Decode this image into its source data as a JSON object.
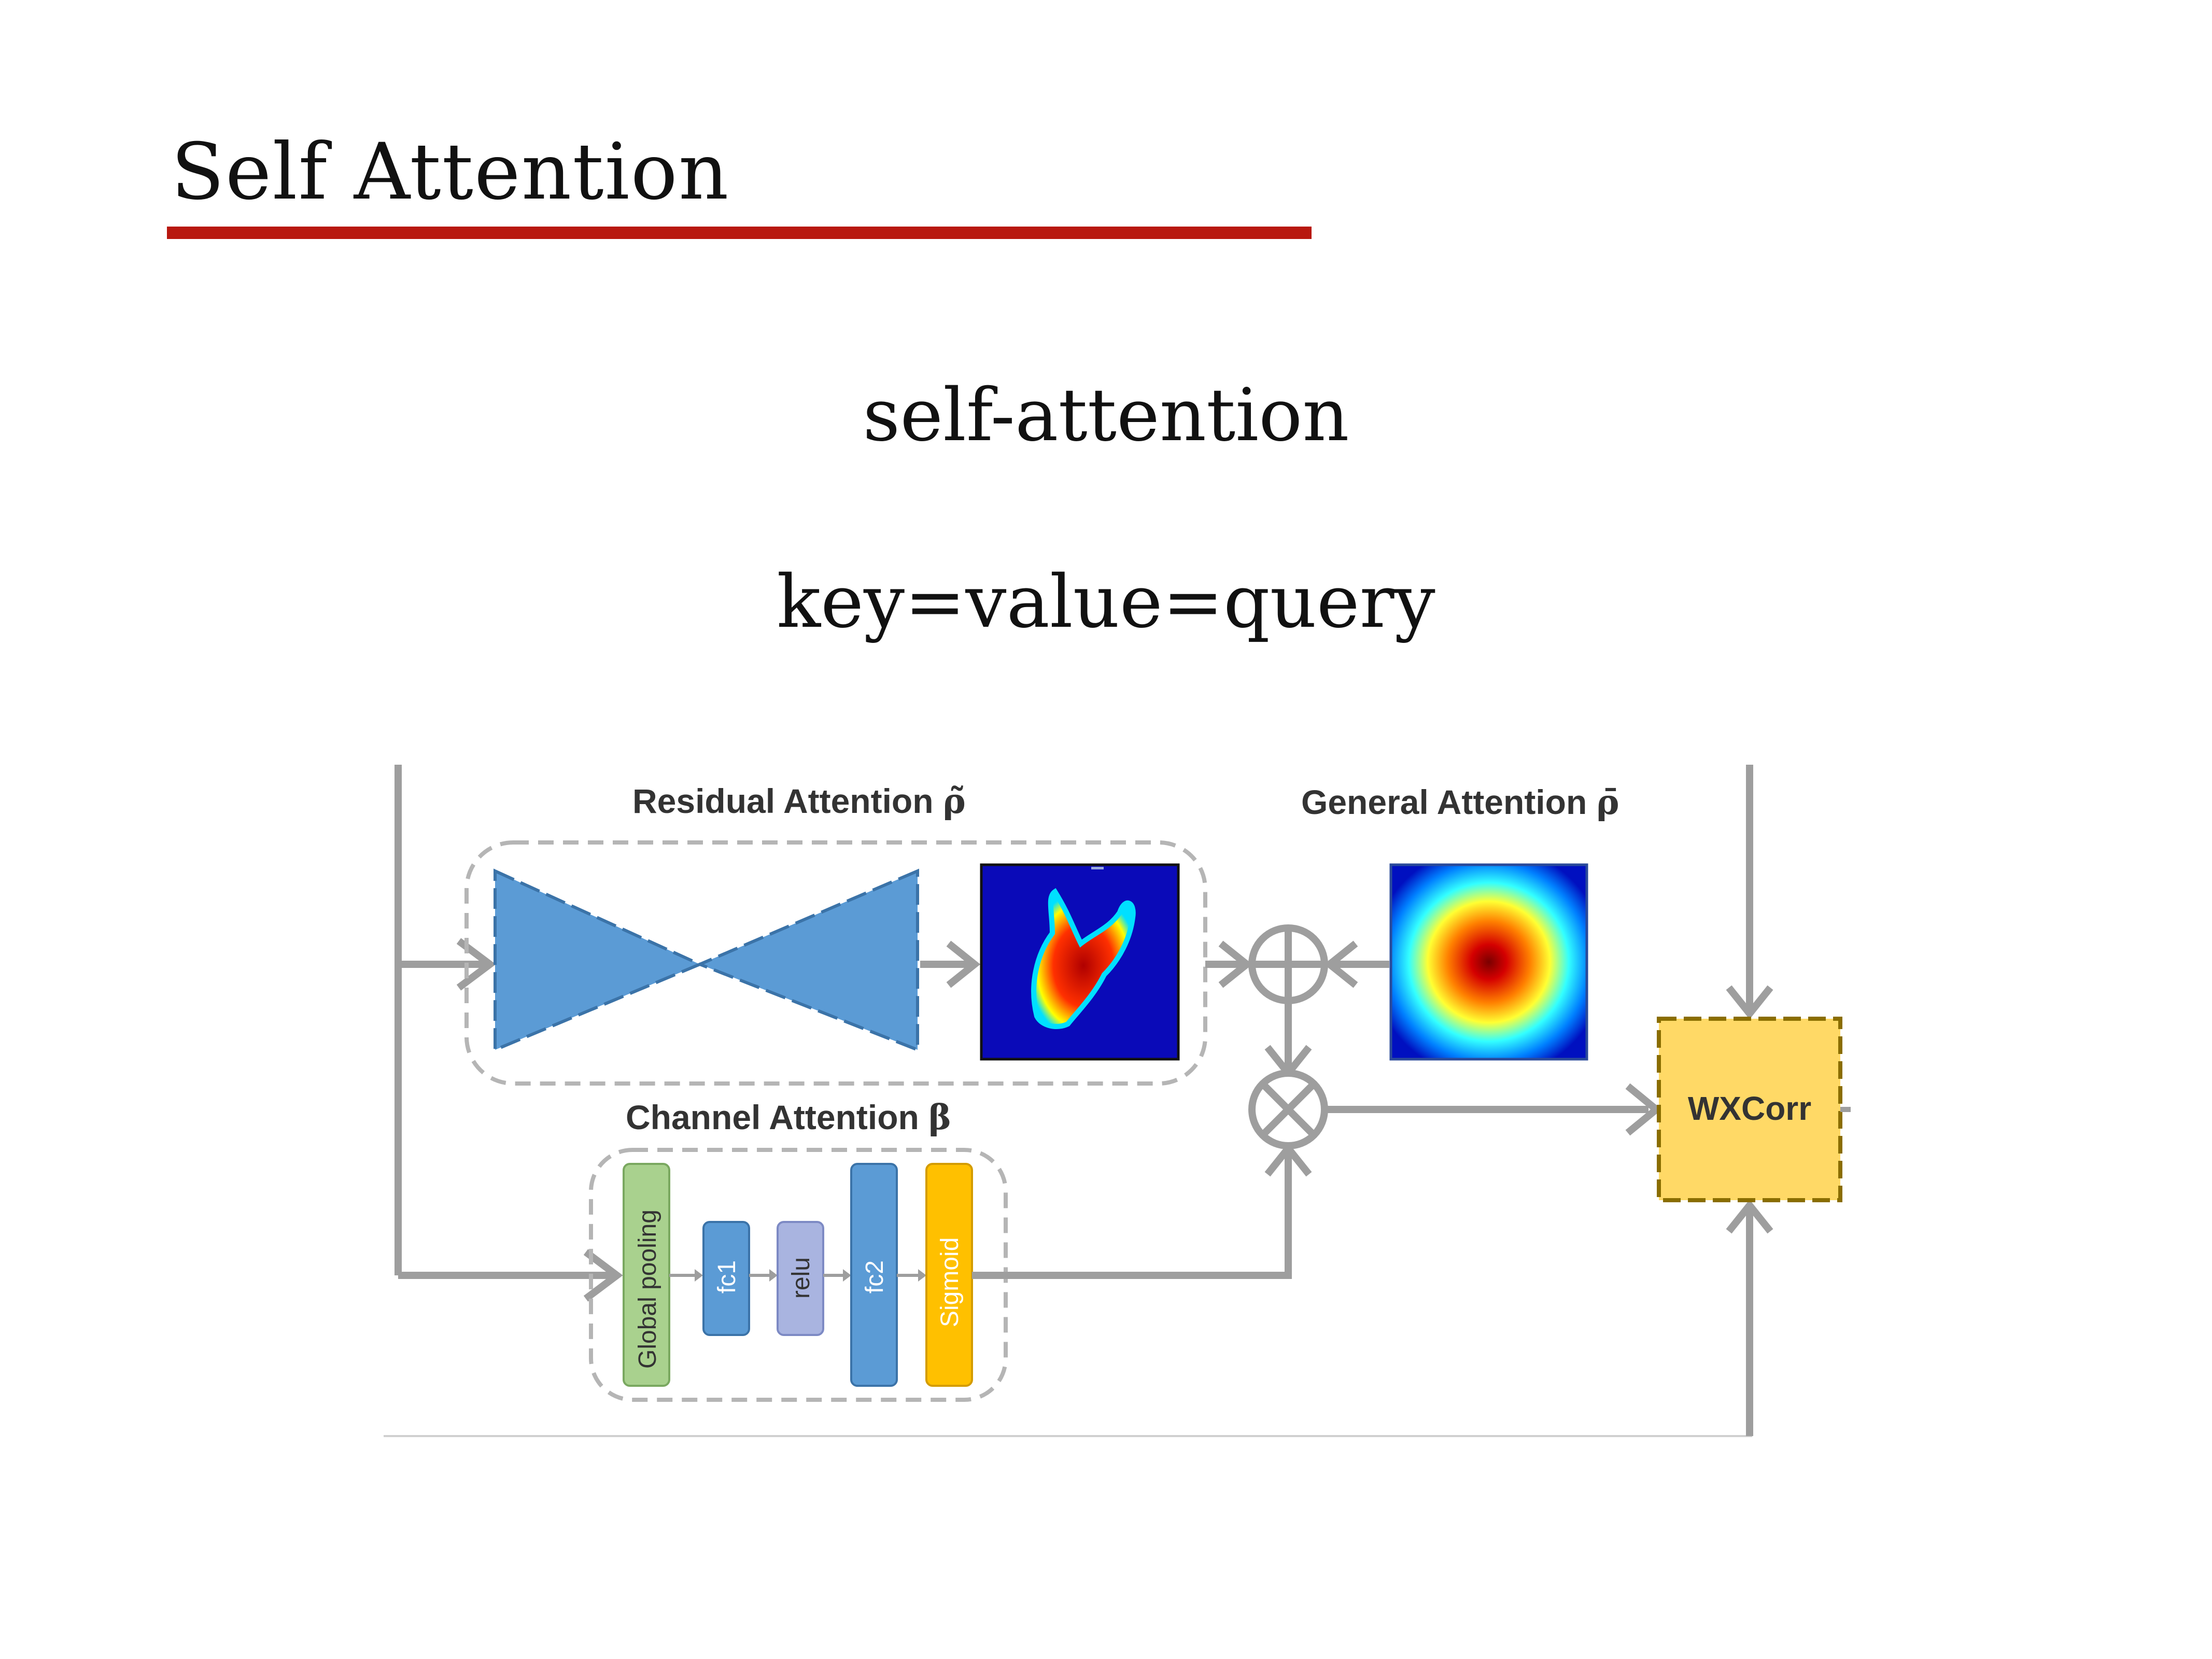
{
  "slide": {
    "title": "Self Attention",
    "subtitle": "self-attention",
    "formula": "key=value=query"
  },
  "diagram": {
    "residual_label": "Residual Attention",
    "residual_symbol": "ρ̃",
    "general_label": "General Attention",
    "general_symbol": "ρ̄",
    "channel_label": "Channel Attention",
    "channel_symbol": "β",
    "blocks": {
      "global_pooling": "Global pooling",
      "fc1": "fc1",
      "relu": "relu",
      "fc2": "fc2",
      "sigmoid": "Sigmoid"
    },
    "wxcorr": "WXCorr",
    "plus_symbol": "+",
    "times_symbol": "×",
    "colors": {
      "accent_rule": "#b8180f",
      "arrow_gray": "#9e9e9e",
      "hourglass_blue": "#5b9bd5",
      "pool_green": "#a9d18e",
      "fc_blue": "#5b9bd5",
      "relu_lavender": "#a9b4e0",
      "sigmoid_yellow": "#ffc000",
      "wxcorr_fill": "#ffd966"
    }
  }
}
